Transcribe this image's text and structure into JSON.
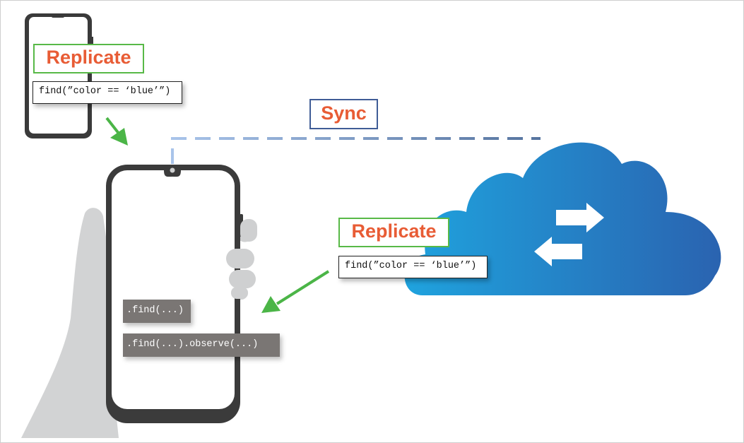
{
  "labels": {
    "replicate_top": "Replicate",
    "replicate_cloud": "Replicate",
    "sync": "Sync"
  },
  "code": {
    "query_top": "find(”color == ‘blue’”)",
    "query_cloud": "find(”color == ‘blue’”)"
  },
  "methods": {
    "find": ".find(...)",
    "find_observe": ".find(...).observe(...)"
  },
  "icons": {
    "small_phone": "smartphone-icon",
    "main_phone": "smartphone-icon",
    "hand": "hand-icon",
    "cloud": "cloud-icon",
    "sync_arrows": "sync-arrows-icon"
  },
  "colors": {
    "label_text": "#e85c35",
    "label_border": "#58b947",
    "sync_border": "#3f5c96",
    "arrow": "#4bb547",
    "dashed_line": "#7a97c8",
    "cloud_light": "#1ea0dc",
    "cloud_dark": "#2a66b2",
    "phone_body": "#3b3b3b",
    "method_bg": "#7a7674"
  }
}
